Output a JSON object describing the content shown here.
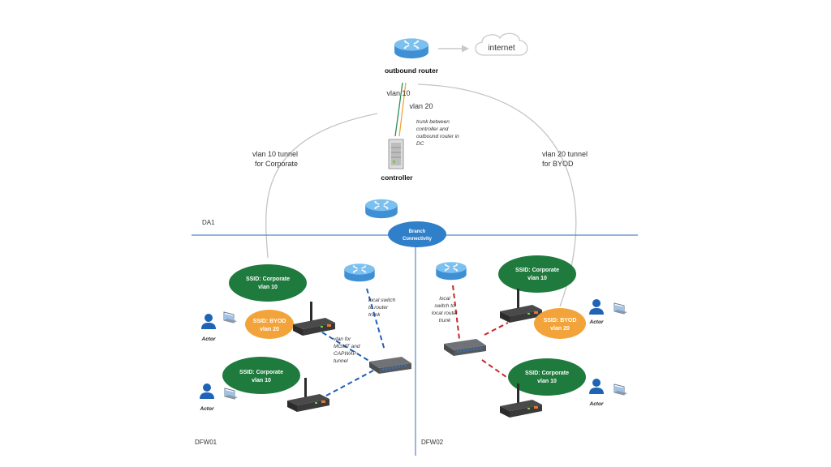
{
  "labels": {
    "internet": "internet",
    "outbound_router": "outbound router",
    "vlan10": "vlan 10",
    "vlan20": "vlan 20",
    "trunk_note": [
      "trunk between",
      "controller and",
      "outbound router in",
      "DC"
    ],
    "controller": "controller",
    "tunnel_left": [
      "vlan 10 tunnel",
      "for Corporate"
    ],
    "tunnel_right": [
      "vlan 20 tunnel",
      "for BYOD"
    ],
    "da1": "DA1",
    "branch": [
      "Branch",
      "Connectivity"
    ],
    "dfw01": "DFW01",
    "dfw02": "DFW02",
    "left_switch_note": [
      "local switch",
      "to router",
      "trunk"
    ],
    "right_switch_note": [
      "local",
      "switch to",
      "local router",
      "trunk"
    ],
    "mgmt_note": [
      "vlan for",
      "MGMT and",
      "CAPWAP",
      "tunnel"
    ],
    "actor": "Actor"
  },
  "ssids": {
    "l_corp_top": [
      "SSID: Corporate",
      "vlan 10"
    ],
    "l_byod": [
      "SSID: BYOD",
      "vlan 20"
    ],
    "l_corp_bot": [
      "SSID: Corporate",
      "vlan 10"
    ],
    "r_corp_top": [
      "SSID: Corporate",
      "vlan 10"
    ],
    "r_byod": [
      "SSID: BYOD",
      "vlan 20"
    ],
    "r_corp_bot": [
      "SSID: Corporate",
      "vlan 10"
    ]
  },
  "colors": {
    "corporate": "#1f7a3e",
    "byod": "#f2a33a",
    "router": "#5aa9e6",
    "branch_line": "#4f86c6",
    "left_trunk": "#1d5fb5",
    "right_trunk": "#c62828",
    "vlan10_line": "#2e8b57",
    "vlan20_line": "#f2a33a",
    "tunnel": "#bdbdbd",
    "actor": "#1f63b5"
  }
}
